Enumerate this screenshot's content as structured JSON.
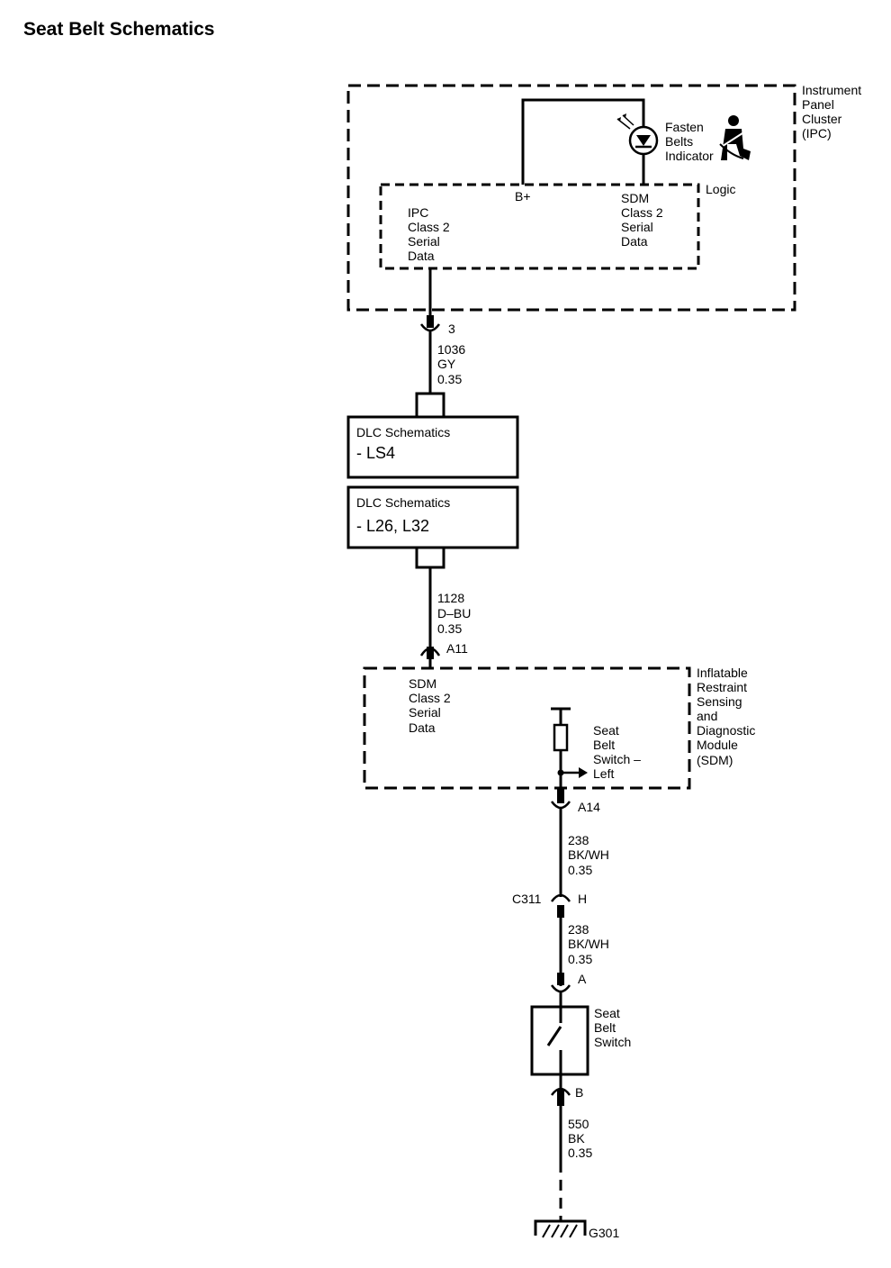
{
  "page": {
    "title": "Seat Belt Schematics"
  },
  "ipc": {
    "name_lines": [
      "Instrument",
      "Panel",
      "Cluster",
      "(IPC)"
    ],
    "indicator_lines": [
      "Fasten",
      "Belts",
      "Indicator"
    ],
    "logic_label": "Logic",
    "b_plus": "B+",
    "ipc_data_lines": [
      "IPC",
      "Class 2",
      "Serial",
      "Data"
    ],
    "sdm_data_lines": [
      "SDM",
      "Class 2",
      "Serial",
      "Data"
    ],
    "pin": "3"
  },
  "wire_1036": {
    "lines": [
      "1036",
      "GY",
      "0.35"
    ]
  },
  "dlc": [
    {
      "heading": "DLC Schematics",
      "detail": "- LS4"
    },
    {
      "heading": "DLC Schematics",
      "detail": "- L26, L32"
    }
  ],
  "wire_1128": {
    "lines": [
      "1128",
      "D–BU",
      "0.35"
    ]
  },
  "sdm": {
    "pin_top": "A11",
    "data_lines": [
      "SDM",
      "Class 2",
      "Serial",
      "Data"
    ],
    "name_lines": [
      "Inflatable",
      "Restraint",
      "Sensing",
      "and",
      "Diagnostic",
      "Module",
      "(SDM)"
    ],
    "switch_lines": [
      "Seat",
      "Belt",
      "Switch –",
      "Left"
    ],
    "pin_bottom": "A14"
  },
  "wire_238_a": {
    "lines": [
      "238",
      "BK/WH",
      "0.35"
    ]
  },
  "connector_c311": {
    "name": "C311",
    "pin": "H"
  },
  "wire_238_b": {
    "lines": [
      "238",
      "BK/WH",
      "0.35"
    ]
  },
  "seat_belt_switch": {
    "pin_top": "A",
    "name_lines": [
      "Seat",
      "Belt",
      "Switch"
    ],
    "pin_bottom": "B"
  },
  "wire_550": {
    "lines": [
      "550",
      "BK",
      "0.35"
    ]
  },
  "ground": {
    "name": "G301"
  }
}
